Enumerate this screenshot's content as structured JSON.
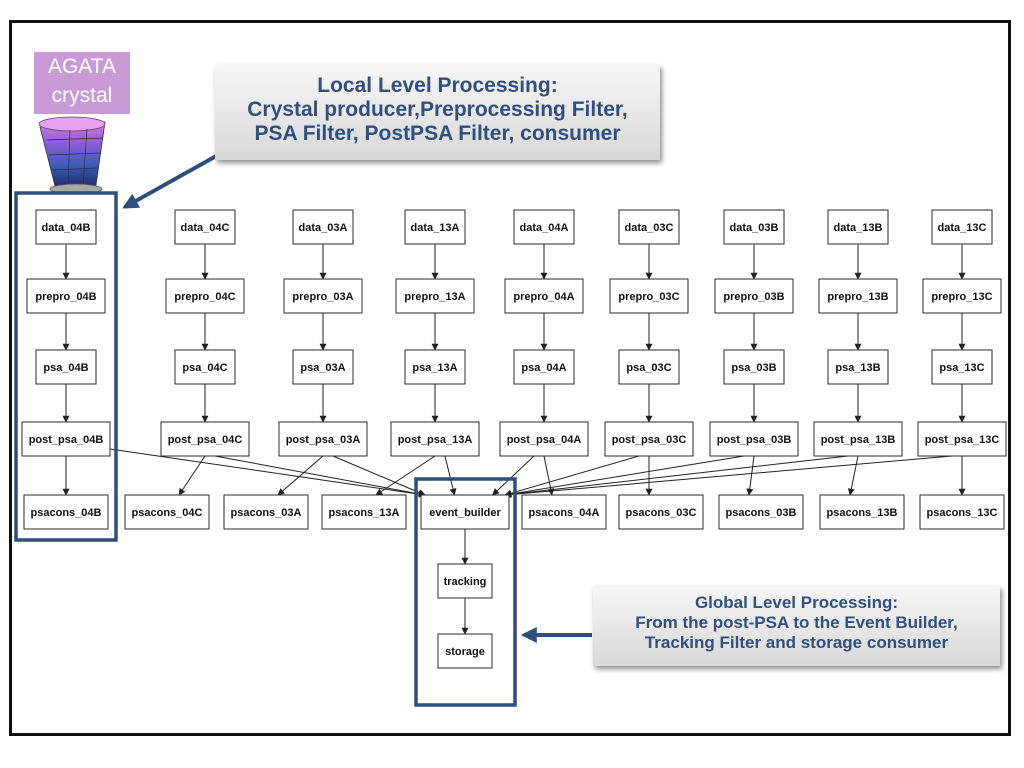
{
  "local_callout": {
    "lines": [
      "Local Level Processing:",
      "Crystal producer,Preprocessing Filter,",
      "PSA Filter, PostPSA Filter, consumer"
    ]
  },
  "global_callout": {
    "lines": [
      "Global Level Processing:",
      "From the post-PSA to the Event Builder,",
      "Tracking Filter and storage consumer"
    ]
  },
  "agata_label": {
    "lines": [
      "AGATA",
      "crystal"
    ]
  },
  "crystals": [
    {
      "data": "data_04B",
      "prepro": "prepro_04B",
      "psa": "psa_04B",
      "post": "post_psa_04B",
      "cons": "psacons_04B"
    },
    {
      "data": "data_04C",
      "prepro": "prepro_04C",
      "psa": "psa_04C",
      "post": "post_psa_04C",
      "cons": "psacons_04C"
    },
    {
      "data": "data_03A",
      "prepro": "prepro_03A",
      "psa": "psa_03A",
      "post": "post_psa_03A",
      "cons": "psacons_03A"
    },
    {
      "data": "data_13A",
      "prepro": "prepro_13A",
      "psa": "psa_13A",
      "post": "post_psa_13A",
      "cons": "psacons_13A"
    },
    {
      "data": "data_04A",
      "prepro": "prepro_04A",
      "psa": "psa_04A",
      "post": "post_psa_04A",
      "cons": "psacons_04A"
    },
    {
      "data": "data_03C",
      "prepro": "prepro_03C",
      "psa": "psa_03C",
      "post": "post_psa_03C",
      "cons": "psacons_03C"
    },
    {
      "data": "data_03B",
      "prepro": "prepro_03B",
      "psa": "psa_03B",
      "post": "post_psa_03B",
      "cons": "psacons_03B"
    },
    {
      "data": "data_13B",
      "prepro": "prepro_13B",
      "psa": "psa_13B",
      "post": "post_psa_13B",
      "cons": "psacons_13B"
    },
    {
      "data": "data_13C",
      "prepro": "prepro_13C",
      "psa": "psa_13C",
      "post": "post_psa_13C",
      "cons": "psacons_13C"
    }
  ],
  "global_chain": [
    "event_builder",
    "tracking",
    "storage"
  ],
  "colors": {
    "accent": "#2f5080",
    "group_box": "#2d4f7c",
    "agata_label_bg": "#c89ad6"
  }
}
